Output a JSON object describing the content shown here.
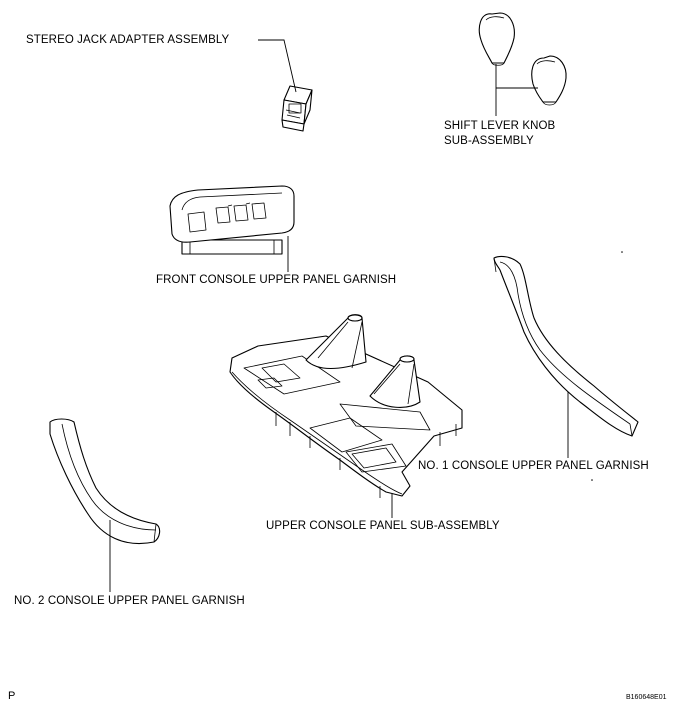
{
  "labels": {
    "stereo_jack": "STEREO JACK ADAPTER ASSEMBLY",
    "shift_knob_line1": "SHIFT LEVER KNOB",
    "shift_knob_line2": "SUB-ASSEMBLY",
    "front_console": "FRONT CONSOLE UPPER PANEL GARNISH",
    "no1_garnish": "NO. 1 CONSOLE UPPER PANEL GARNISH",
    "upper_console": "UPPER CONSOLE PANEL SUB-ASSEMBLY",
    "no2_garnish": "NO. 2 CONSOLE UPPER PANEL GARNISH"
  },
  "corner": {
    "left": "P",
    "right": "B160648E01"
  }
}
